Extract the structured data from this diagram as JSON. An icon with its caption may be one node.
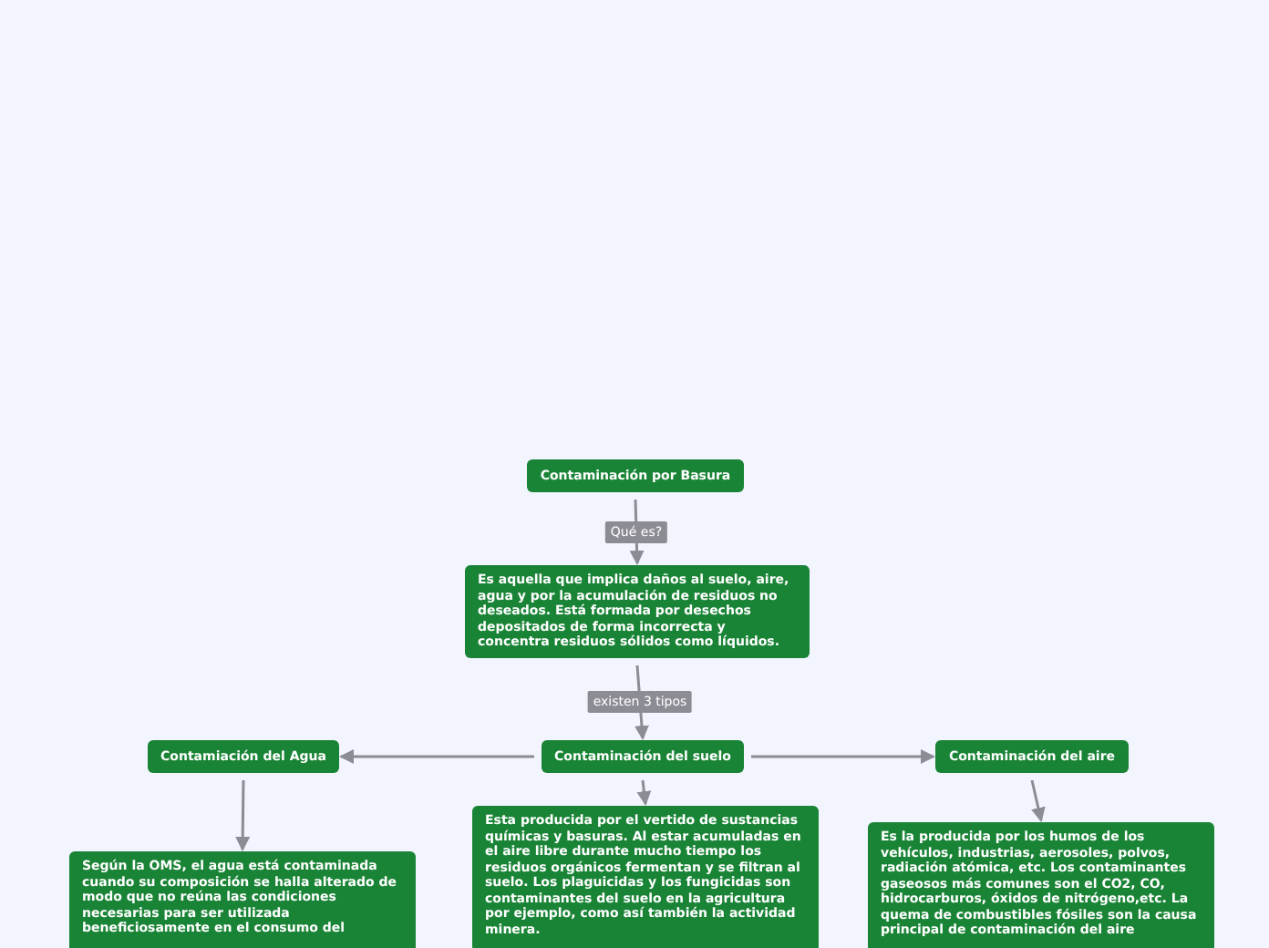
{
  "diagram": {
    "nodes": [
      {
        "text": [
          "Contaminación por Basura"
        ]
      },
      {
        "text": [
          "Es aquella que implica daños al suelo, aire, agua y por la acumulación de residuos no deseados. Está formada por desechos depositados de forma incorrecta y concentra residuos sólidos como líquidos."
        ]
      },
      {
        "text": [
          "Contamiación del Agua"
        ]
      },
      {
        "text": [
          "Contaminación del suelo"
        ]
      },
      {
        "text": [
          "Contaminación del aire"
        ]
      },
      {
        "text": [
          "Según la OMS, el agua está contaminada cuando su composición se halla alterado de modo que no reúna las condiciones necesarias para ser utilizada beneficiosamente en el consumo del"
        ]
      },
      {
        "text": [
          "Esta producida por el vertido de sustancias químicas y basuras. Al estar acumuladas en el aire libre durante mucho tiempo los residuos orgánicos fermentan y se filtran al suelo. Los plaguicidas y los fungicidas son contaminantes del suelo en la agricultura por ejemplo, como así también la actividad minera."
        ]
      },
      {
        "text": [
          "Es la producida por los humos de los vehículos, industrias, aerosoles, polvos, radiación atómica, etc. Los contaminantes gaseosos más comunes son el CO2, CO, hidrocarburos, óxidos de nitrógeno,etc. La quema de combustibles fósiles son la causa principal de contaminación del aire"
        ]
      }
    ],
    "edges": [
      {
        "from": 0,
        "to": 1,
        "arrow": "to",
        "label": "Qué es?"
      },
      {
        "from": 1,
        "to": 3,
        "arrow": "to",
        "label": "existen 3 tipos"
      },
      {
        "from": 3,
        "to": 2,
        "arrow": "to"
      },
      {
        "from": 3,
        "to": 4,
        "arrow": "to"
      },
      {
        "from": 2,
        "to": 5,
        "arrow": "to"
      },
      {
        "from": 3,
        "to": 6,
        "arrow": "to"
      },
      {
        "from": 4,
        "to": 7,
        "arrow": "to"
      }
    ]
  }
}
